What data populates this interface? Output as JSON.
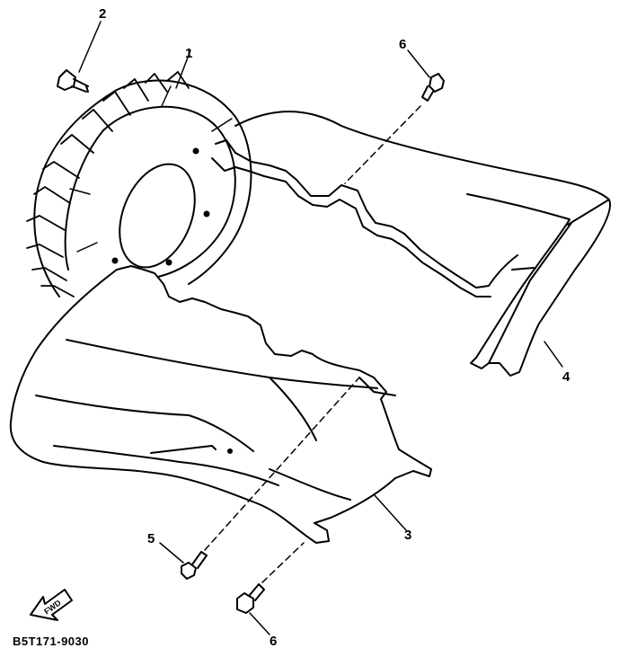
{
  "callouts": {
    "part_1": "1",
    "part_2": "2",
    "part_3": "3",
    "part_4": "4",
    "part_5": "5",
    "part_6_top": "6",
    "part_6_bottom": "6"
  },
  "forward_arrow": {
    "label": "FWD"
  },
  "reference_code": "B5T171-9030"
}
